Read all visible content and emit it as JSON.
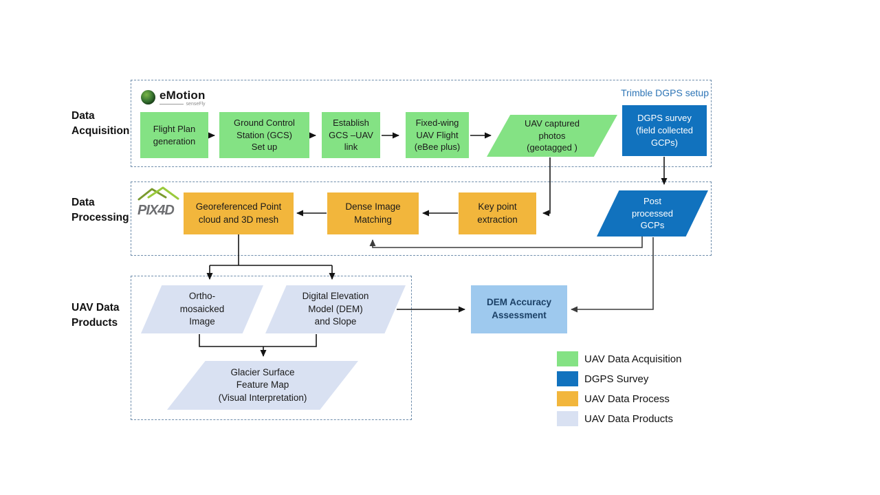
{
  "sections": {
    "acquisition": {
      "label": "Data\nAcquisition"
    },
    "processing": {
      "label": "Data\nProcessing"
    },
    "products": {
      "label": "UAV Data\nProducts"
    }
  },
  "annotations": {
    "trimble": "Trimble DGPS setup"
  },
  "logos": {
    "emotion": {
      "name": "eMotion",
      "sub": "senseFly"
    },
    "pix4d": {
      "name": "PIX4D"
    }
  },
  "nodes": {
    "flight_plan": {
      "label": "Flight Plan\ngeneration",
      "color": "#84E284"
    },
    "gcs_setup": {
      "label": "Ground  Control\nStation  (GCS)\nSet up",
      "color": "#84E284"
    },
    "gcs_uav_link": {
      "label": "Establish\nGCS –UAV\nlink",
      "color": "#84E284"
    },
    "uav_flight": {
      "label": "Fixed-wing\nUAV Flight\n(eBee plus)",
      "color": "#84E284"
    },
    "uav_photos": {
      "label": "UAV captured\nphotos\n(geotagged )",
      "color": "#84E284"
    },
    "dgps_survey": {
      "label": "DGPS survey\n(field collected\nGCPs)",
      "color": "#1172BE"
    },
    "georef_cloud": {
      "label": "Georeferenced  Point\ncloud and 3D mesh",
      "color": "#F2B63C"
    },
    "dense_match": {
      "label": "Dense Image\nMatching",
      "color": "#F2B63C"
    },
    "keypoint": {
      "label": "Key point\nextraction",
      "color": "#F2B63C"
    },
    "post_gcps": {
      "label": "Post\nprocessed\nGCPs",
      "color": "#1172BE"
    },
    "ortho": {
      "label": "Ortho-\nmosaicked\nImage",
      "color": "#D9E1F2"
    },
    "dem": {
      "label": "Digital Elevation\nModel  (DEM)\nand Slope",
      "color": "#D9E1F2"
    },
    "glacier": {
      "label": "Glacier Surface\nFeature  Map\n(Visual Interpretation)",
      "color": "#D9E1F2"
    },
    "dem_accuracy": {
      "label": "DEM Accuracy\nAssessment",
      "color": "#9EC9EE"
    }
  },
  "legend": {
    "items": [
      {
        "label": "UAV Data Acquisition",
        "color": "#84E284"
      },
      {
        "label": "DGPS Survey",
        "color": "#1172BE"
      },
      {
        "label": "UAV Data Process",
        "color": "#F2B63C"
      },
      {
        "label": "UAV Data Products",
        "color": "#D9E1F2"
      }
    ]
  },
  "colors": {
    "acquisition_green": "#84E284",
    "dgps_blue": "#1172BE",
    "process_orange": "#F2B63C",
    "products_lavender": "#D9E1F2",
    "assessment_blue": "#9EC9EE",
    "frame_dash": "#6d8cab",
    "trimble_text": "#2e75b6"
  }
}
